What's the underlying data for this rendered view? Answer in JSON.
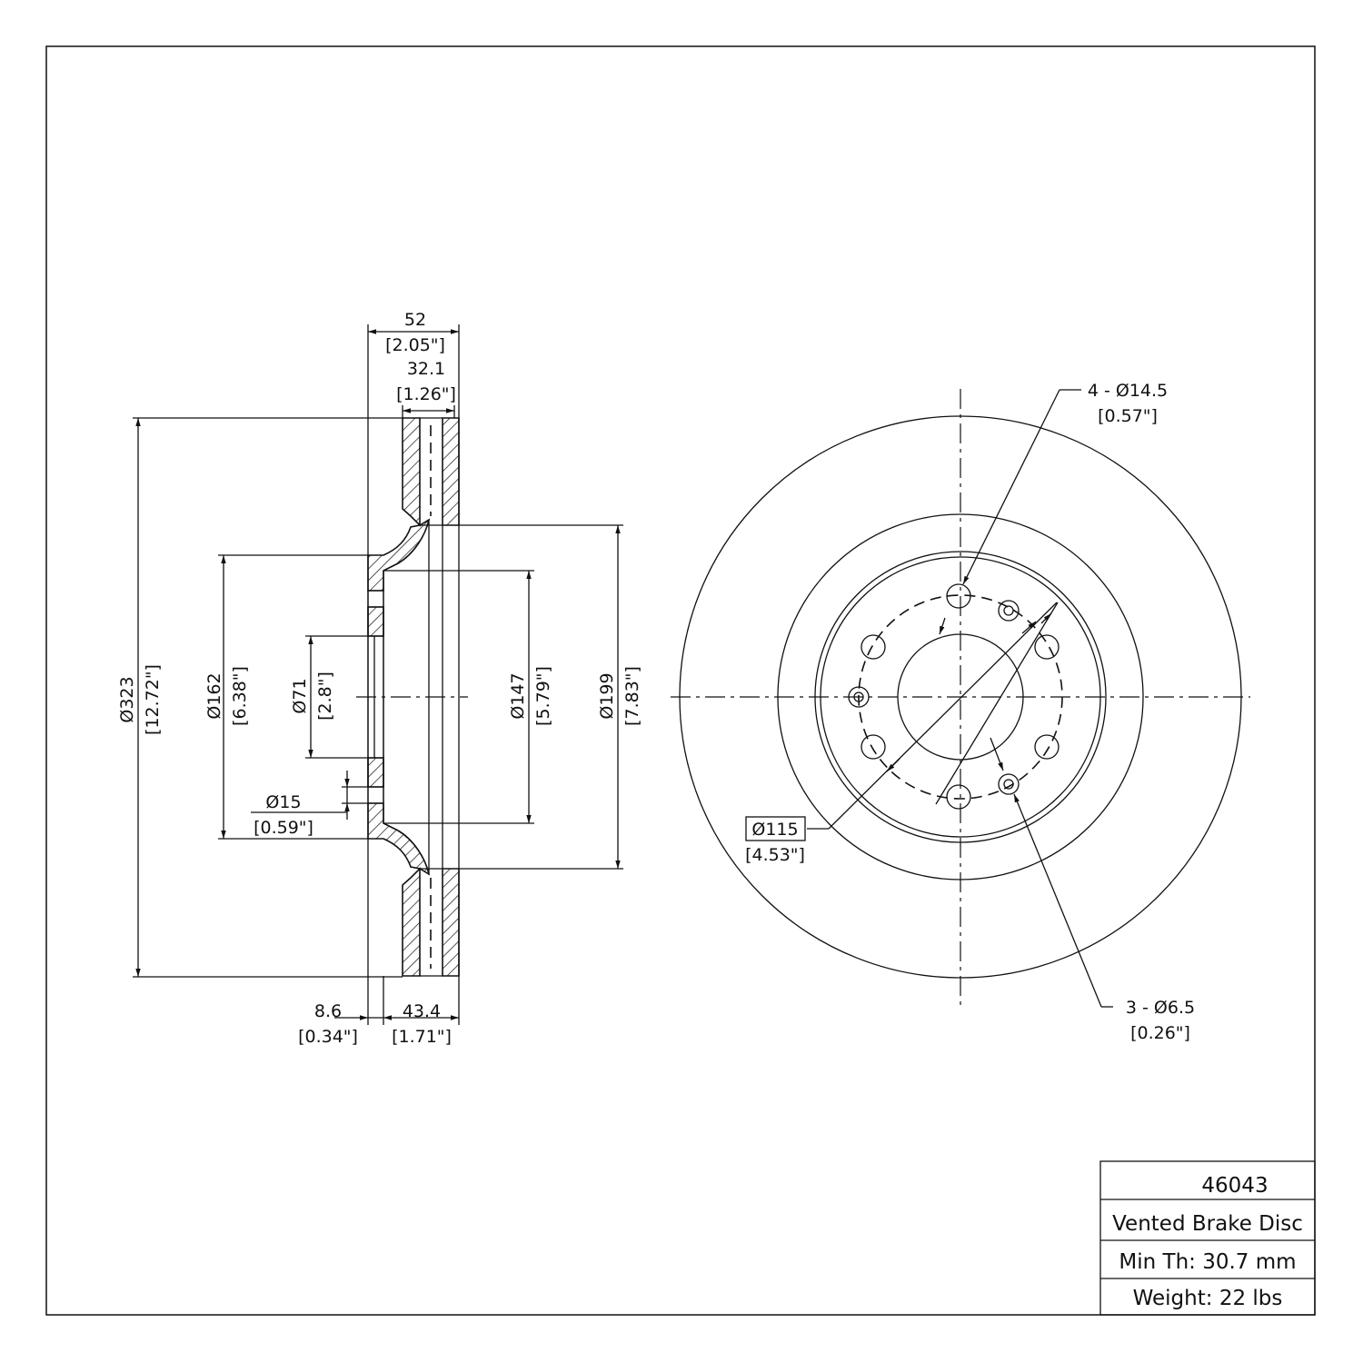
{
  "dimensions": {
    "overall_width": {
      "mm": "52",
      "in": "[2.05\"]"
    },
    "friction_width": {
      "mm": "32.1",
      "in": "[1.26\"]"
    },
    "outer_diameter": {
      "mm": "Ø323",
      "in": "[12.72\"]"
    },
    "hat_diameter": {
      "mm": "Ø162",
      "in": "[6.38\"]"
    },
    "center_bore": {
      "mm": "Ø71",
      "in": "[2.8\"]"
    },
    "hole_diameter": {
      "mm": "Ø15",
      "in": "[0.59\"]"
    },
    "inner_hat_diameter": {
      "mm": "Ø147",
      "in": "[5.79\"]"
    },
    "inner_friction_diameter": {
      "mm": "Ø199",
      "in": "[7.83\"]"
    },
    "hat_thickness": {
      "mm": "8.6",
      "in": "[0.34\"]"
    },
    "hat_height": {
      "mm": "43.4",
      "in": "[1.71\"]"
    },
    "bolt_circle": {
      "mm": "Ø115",
      "in": "[4.53\"]"
    },
    "bolt_holes": {
      "mm": "4 - Ø14.5",
      "in": "[0.57\"]"
    },
    "small_holes": {
      "mm": "3 - Ø6.5",
      "in": "[0.26\"]"
    }
  },
  "title_block": {
    "part_number": "46043",
    "description": "Vented Brake Disc",
    "min_thickness": "Min Th: 30.7 mm",
    "weight": "Weight: 22 lbs"
  }
}
